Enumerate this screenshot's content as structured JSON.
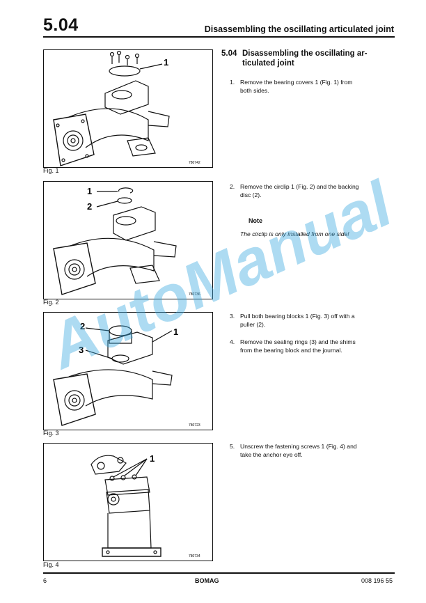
{
  "header": {
    "section_number": "5.04",
    "title": "Disassembling the oscillating articulated joint"
  },
  "section": {
    "number": "5.04",
    "title": "Disassembling the oscillating articulated joint",
    "title_line1": "Disassembling the oscillating ar-",
    "title_line2": "ticulated joint"
  },
  "figures": [
    {
      "label": "Fig. 1",
      "code": "780742",
      "callouts": [
        "1"
      ]
    },
    {
      "label": "Fig. 2",
      "code": "780736",
      "callouts": [
        "1",
        "2"
      ]
    },
    {
      "label": "Fig. 3",
      "code": "780723",
      "callouts": [
        "2",
        "1",
        "3"
      ]
    },
    {
      "label": "Fig. 4",
      "code": "780734",
      "callouts": [
        "1"
      ]
    }
  ],
  "steps": [
    {
      "number": "1.",
      "line1": "Remove the bearing covers 1 (Fig. 1) from",
      "line2": "both sides."
    },
    {
      "number": "2.",
      "line1": "Remove the circlip 1 (Fig. 2) and the backing",
      "line2": "disc (2)."
    },
    {
      "number": "3.",
      "line1": "Pull both bearing blocks 1 (Fig. 3) off with a",
      "line2": "puller (2)."
    },
    {
      "number": "4.",
      "line1": "Remove the sealing rings (3) and the shims",
      "line2": "from the bearing block and the journal."
    },
    {
      "number": "5.",
      "line1": "Unscrew the fastening screws 1 (Fig. 4) and",
      "line2": "take the anchor eye off."
    }
  ],
  "note": {
    "heading": "Note",
    "text": "The circlip is only installed from one side!"
  },
  "footer": {
    "page": "6",
    "brand": "BOMAG",
    "doc_number": "008 196 55"
  },
  "watermark": "AutoManual"
}
